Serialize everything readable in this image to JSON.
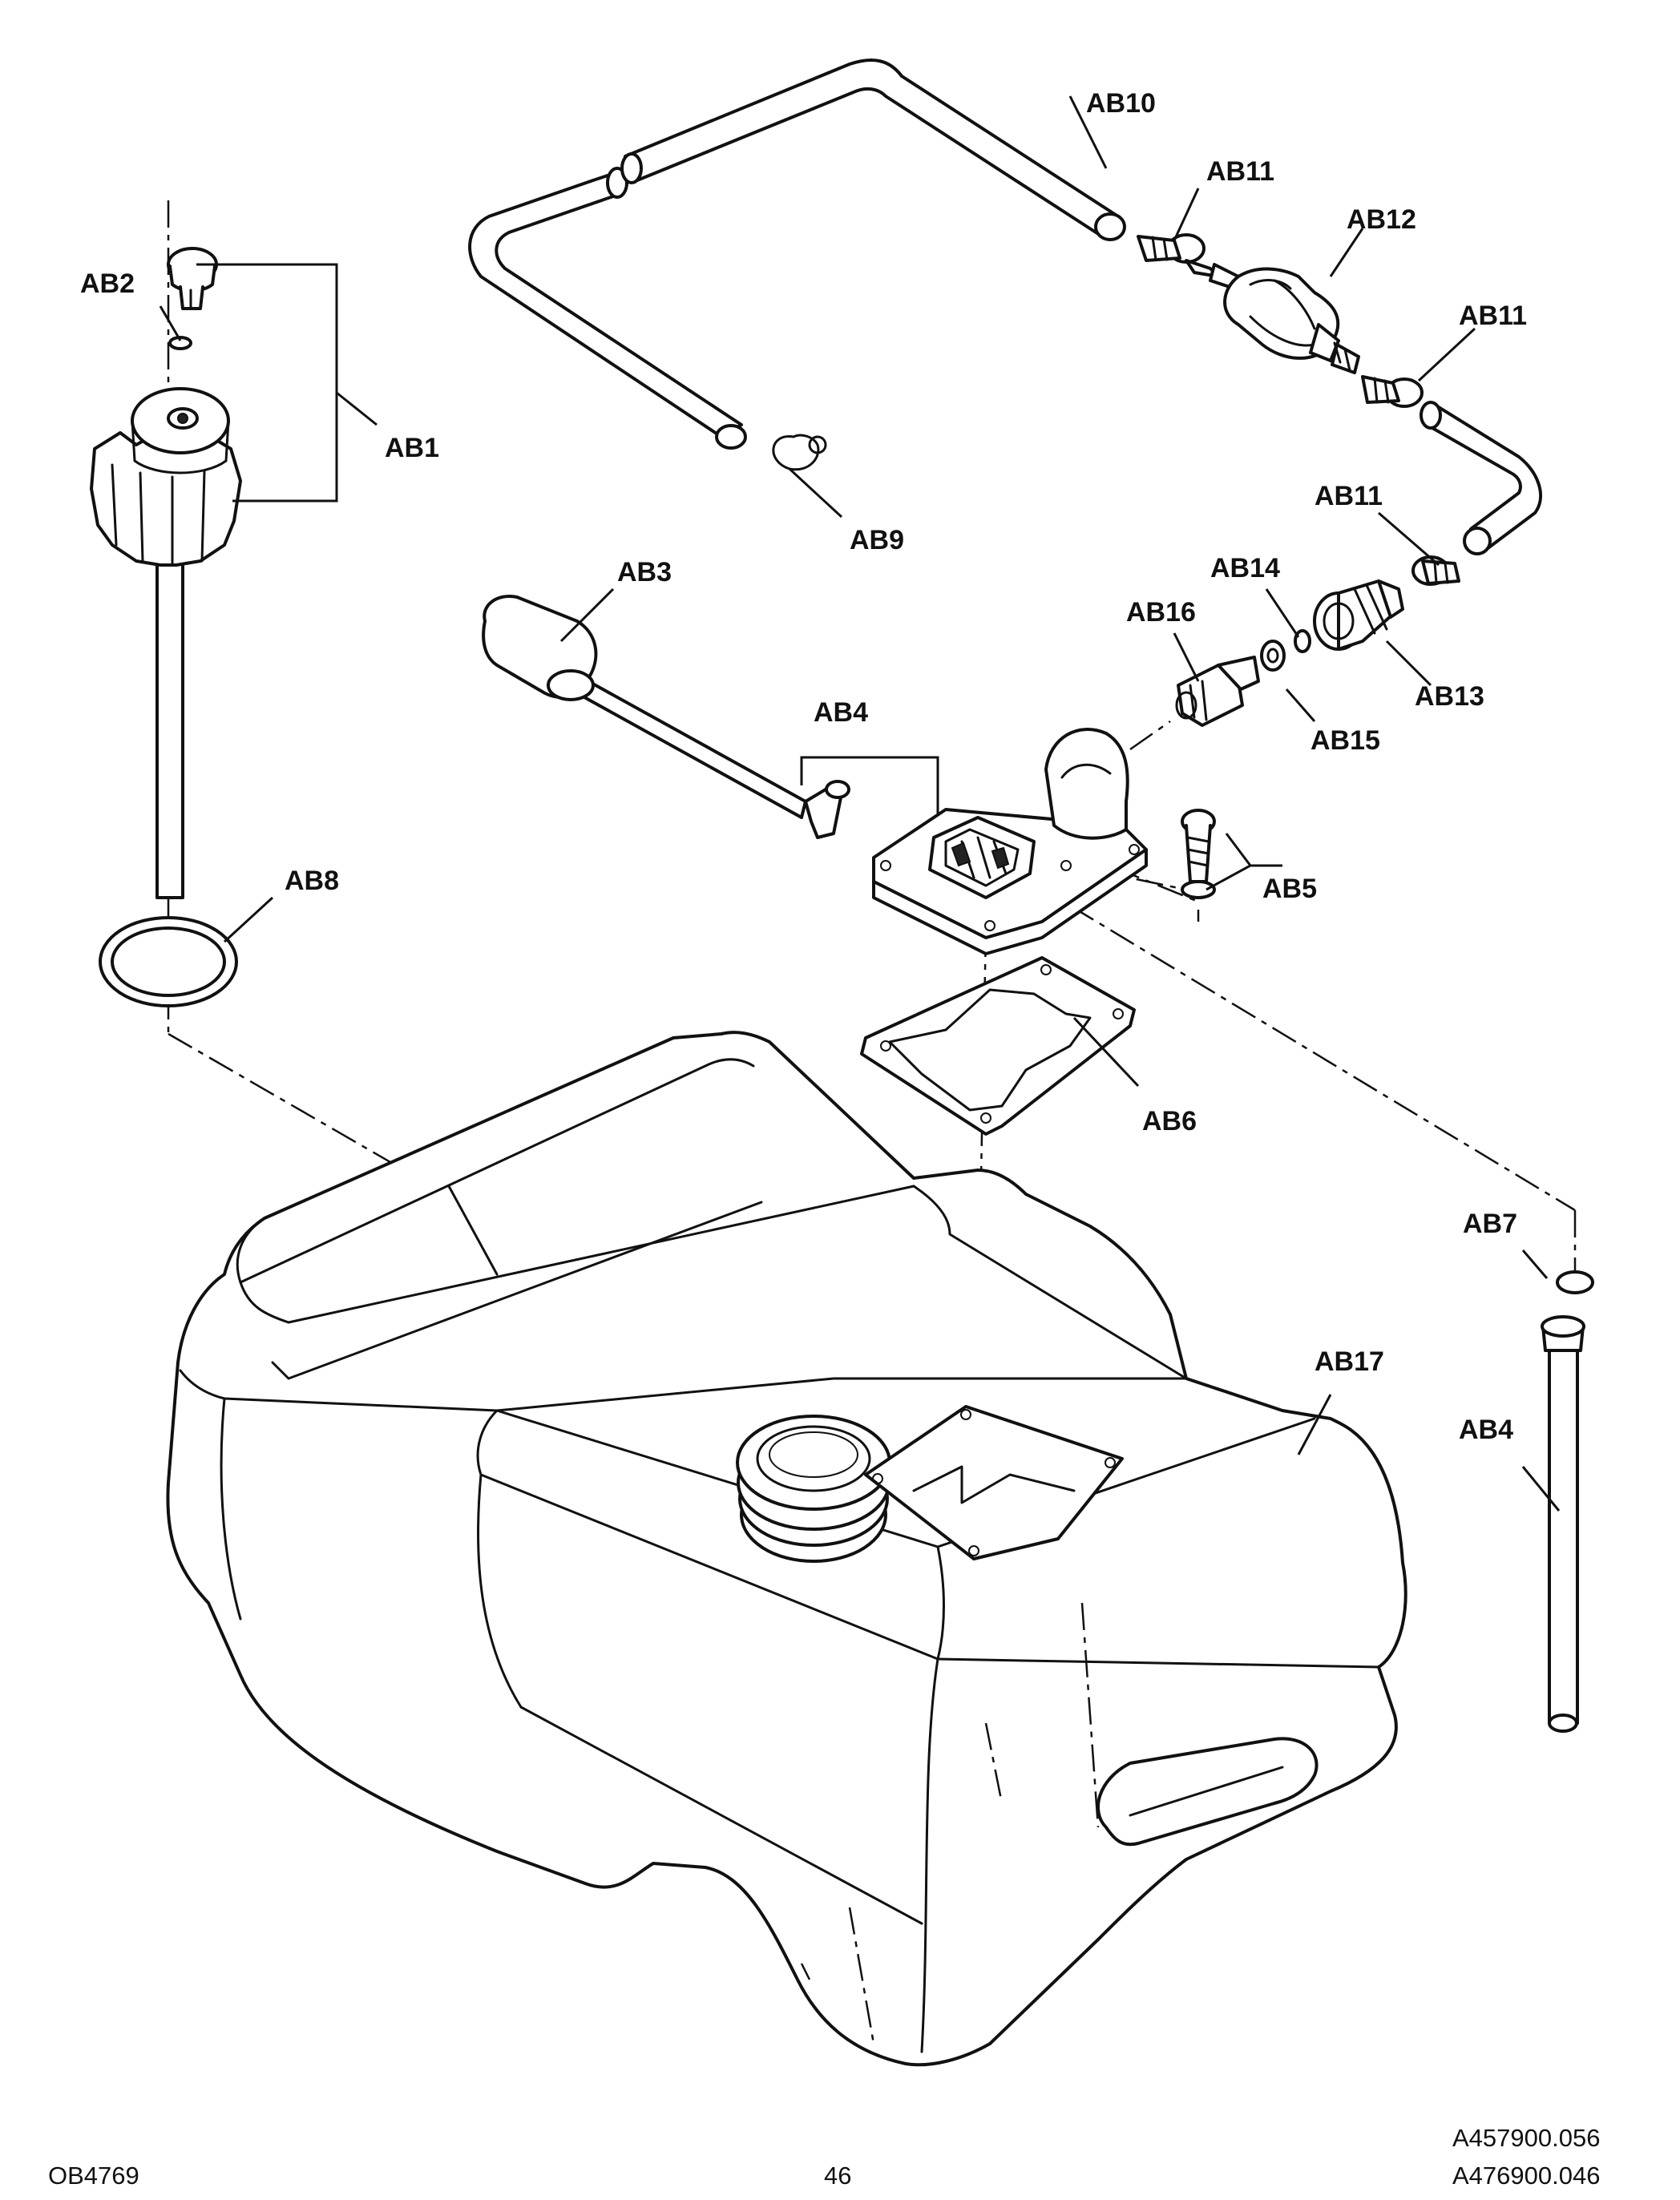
{
  "callouts": {
    "ab1": "AB1",
    "ab2": "AB2",
    "ab3": "AB3",
    "ab4_top": "AB4",
    "ab4_right": "AB4",
    "ab5": "AB5",
    "ab6": "AB6",
    "ab7": "AB7",
    "ab8": "AB8",
    "ab9": "AB9",
    "ab10": "AB10",
    "ab11_a": "AB11",
    "ab11_b": "AB11",
    "ab11_c": "AB11",
    "ab12": "AB12",
    "ab13": "AB13",
    "ab14": "AB14",
    "ab15": "AB15",
    "ab16": "AB16",
    "ab17": "AB17"
  },
  "footer": {
    "left_code": "OB4769",
    "page_number": "46",
    "part_number_1": "A457900.056",
    "part_number_2": "A476900.046"
  }
}
